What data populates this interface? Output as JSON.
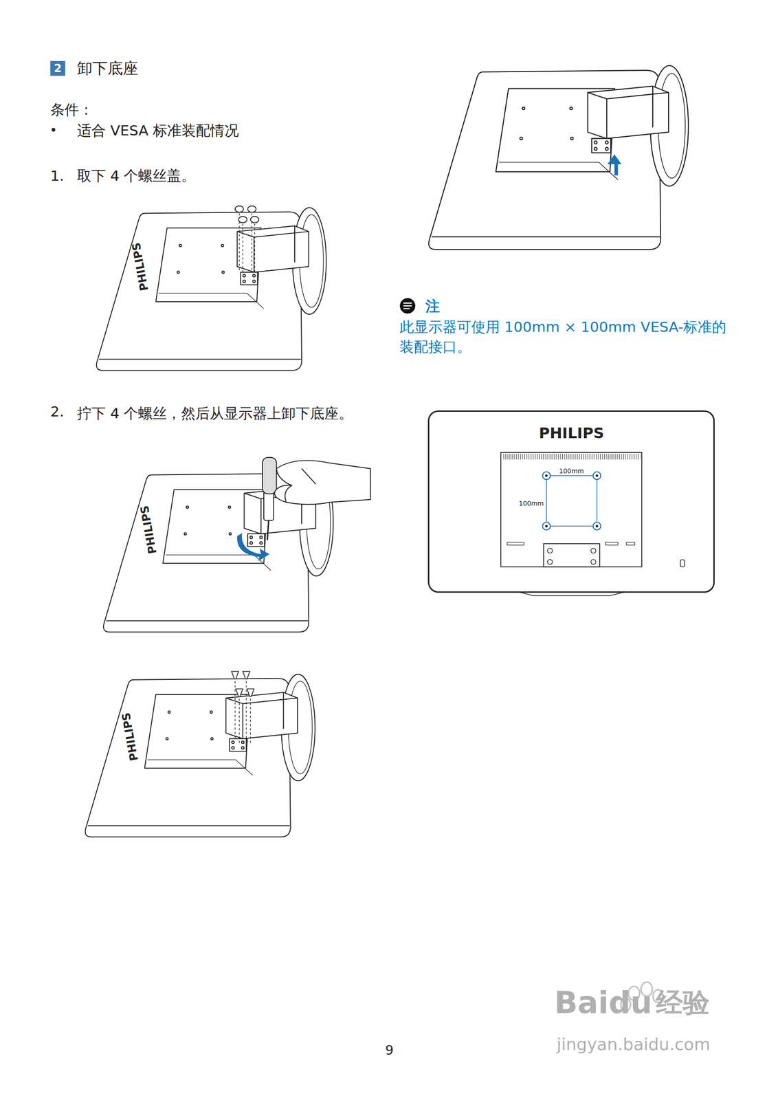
{
  "diagram": {
    "title": "卸下底座",
    "nodes": [
      {
        "text": [
          "2"
        ]
      }
    ],
    "labels": [
      "条件：",
      "适合 VESA 标准装配情况",
      "1.",
      "取下 4 个螺丝盖。",
      "PHILIPS",
      "2.",
      "拧下 4 个螺丝，然后从显示器上卸下底座。",
      "PHILIPS",
      "PHILIPS",
      "注",
      "此显示器可使用 100mm × 100mm VESA-标准的装配接口。",
      "PHILIPS",
      "100mm",
      "100mm",
      "9",
      "Baidu",
      "经验",
      "jingyan.baidu.com"
    ]
  }
}
